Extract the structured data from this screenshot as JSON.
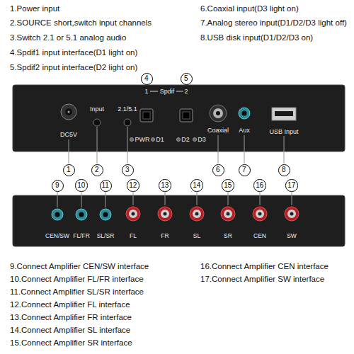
{
  "diagram": {
    "nodes": [
      {
        "text": [
          "1",
          "Spdif",
          "2",
          "DC5V",
          "Input",
          "2.1/5.1",
          "PWR",
          "D1",
          "D2",
          "D3",
          "Coaxial",
          "Aux",
          "USB Input"
        ]
      },
      {
        "text": [
          "1"
        ]
      },
      {
        "text": [
          "2"
        ]
      },
      {
        "text": [
          "3"
        ]
      },
      {
        "text": [
          "4"
        ]
      },
      {
        "text": [
          "5"
        ]
      },
      {
        "text": [
          "6"
        ]
      },
      {
        "text": [
          "7"
        ]
      },
      {
        "text": [
          "8"
        ]
      },
      {
        "text": [
          "CEN/SW",
          "FL/FR",
          "SL/SR",
          "FL",
          "FR",
          "SL",
          "SR",
          "CEN",
          "SW"
        ]
      },
      {
        "text": [
          "9"
        ]
      },
      {
        "text": [
          "10"
        ]
      },
      {
        "text": [
          "11"
        ]
      },
      {
        "text": [
          "12"
        ]
      },
      {
        "text": [
          "13"
        ]
      },
      {
        "text": [
          "14"
        ]
      },
      {
        "text": [
          "15"
        ]
      },
      {
        "text": [
          "16"
        ]
      },
      {
        "text": [
          "17"
        ]
      }
    ],
    "labels": [
      "1.Power input",
      "2.SOURCE short,switch input channels",
      "3.Switch 2.1 or 5.1 analog audio",
      "4.Spdif1 input interface(D1 light on)",
      "5.Spdif2 input interface(D2 light on)",
      "6.Coaxial input(D3 light on)",
      "7.Analog stereo input(D1/D2/D3 light off)",
      "8.USB disk input(D1/D2/D3 on)",
      "9.Connect Amplifier CEN/SW interface",
      "10.Connect Amplifier FL/FR interface",
      "11.Connect Amplifier SL/SR interface",
      "12.Connect Amplifier FL interface",
      "13.Connect Amplifier FR interface",
      "14.Connect Amplifier SL interface",
      "15.Connect Amplifier SR interface",
      "16.Connect Amplifier CEN interface",
      "17.Connect Amplifier SW interface"
    ]
  }
}
